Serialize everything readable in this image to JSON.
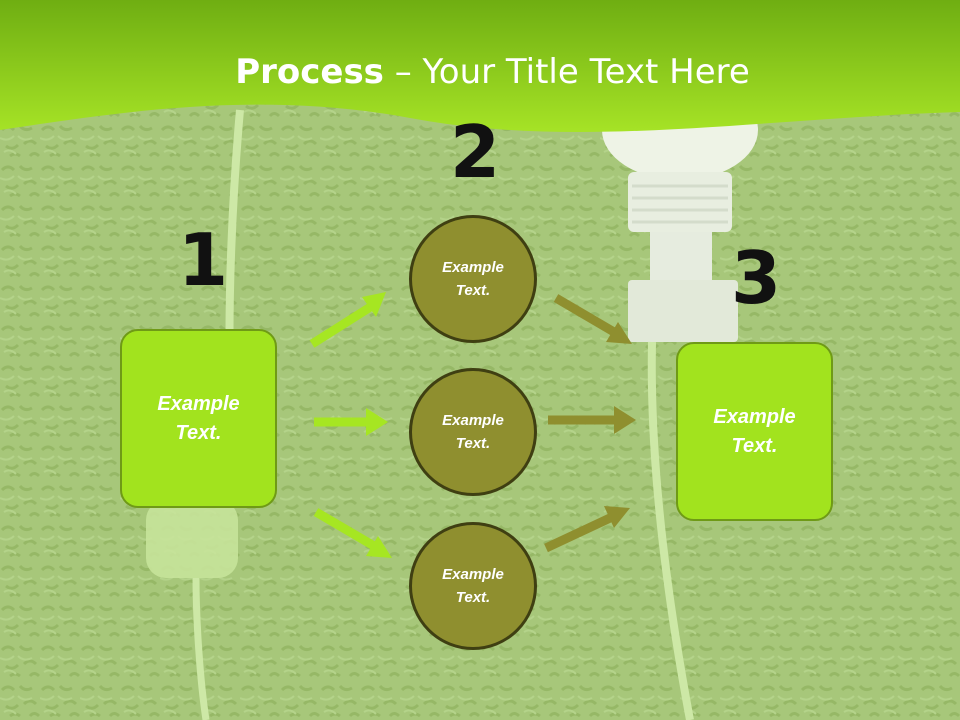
{
  "slide": {
    "title_bold": "Process",
    "title_rest": " – Your Title Text Here",
    "numbers": [
      "1",
      "2",
      "3"
    ],
    "box_left_text": "Example\nText.",
    "box_right_text": "Example\nText.",
    "circles": [
      {
        "text": "Example\nText."
      },
      {
        "text": "Example\nText."
      },
      {
        "text": "Example\nText."
      }
    ]
  },
  "colors": {
    "header_green": "#8fd61a",
    "box_green": "#a2e31e",
    "circle_olive": "#8f8f2f",
    "arrow_light": "#a6e622",
    "arrow_olive": "#8f8f2f"
  }
}
